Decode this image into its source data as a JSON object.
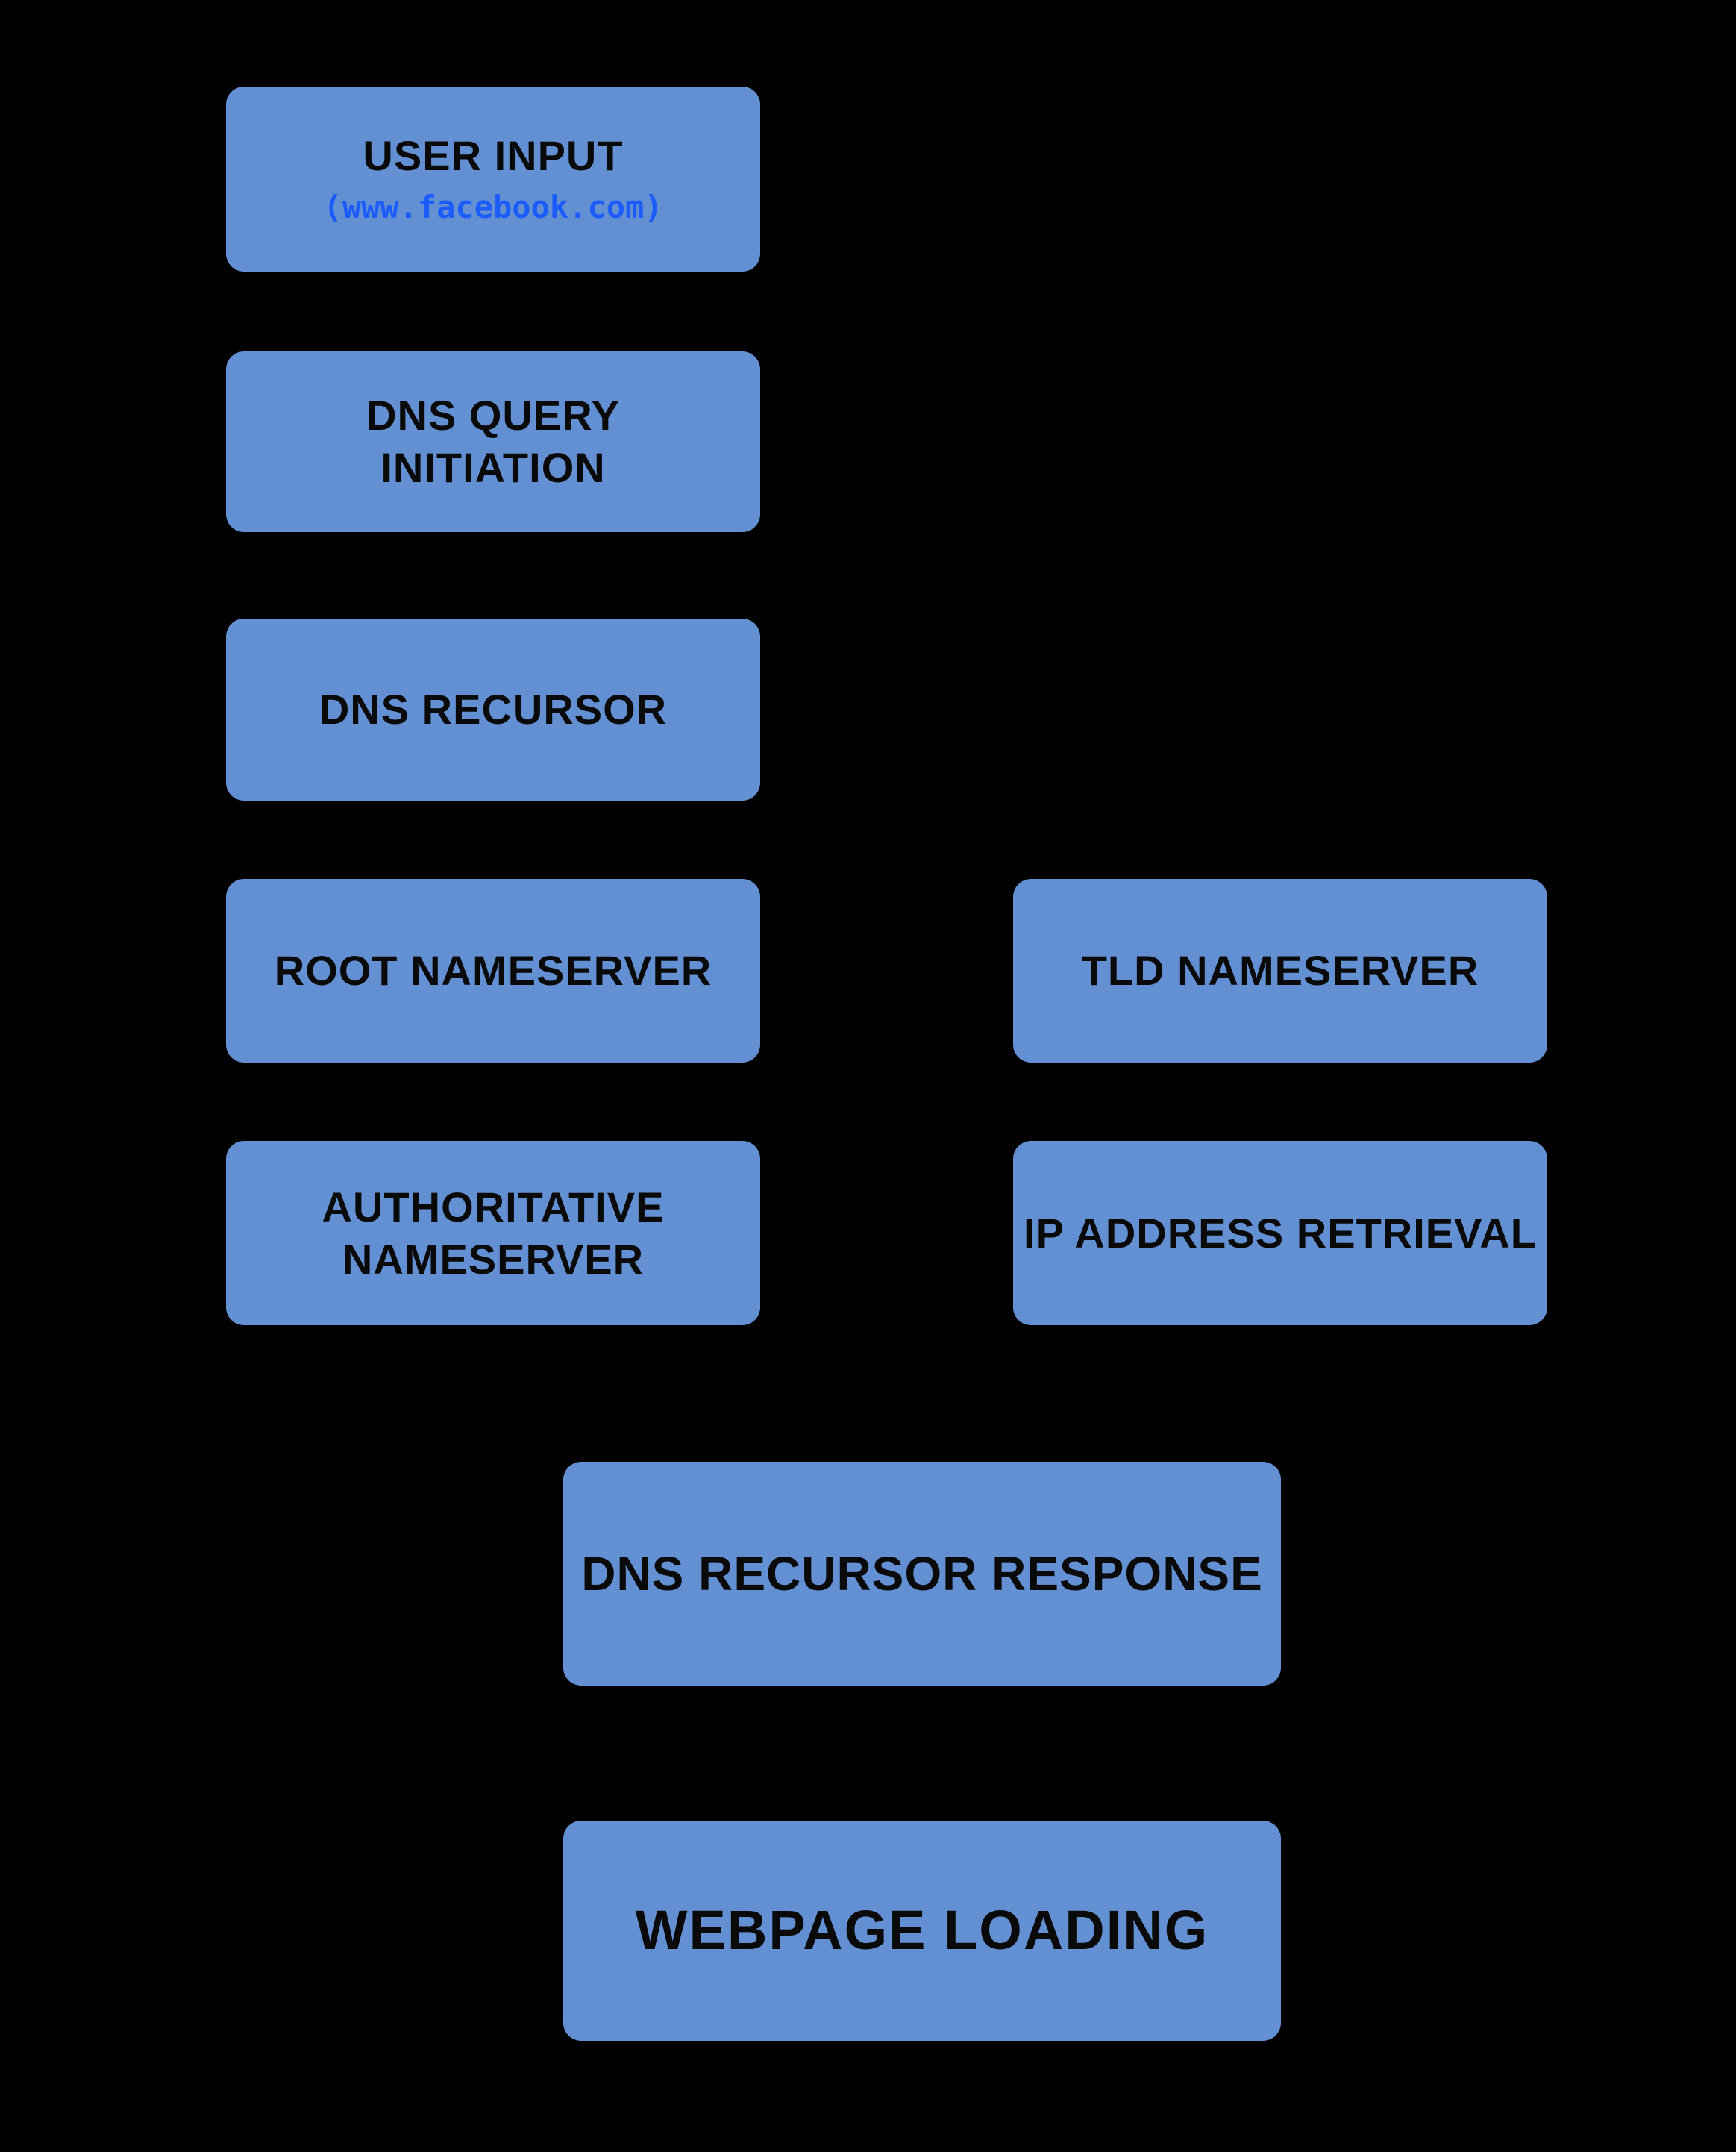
{
  "diagram": {
    "theme": {
      "background_color": "#000000",
      "node_fill_color": "#6390D2",
      "node_text_color": "#0A0A0A",
      "url_text_color": "#1B5CFA"
    },
    "nodes": {
      "user_input": {
        "title": "USER INPUT",
        "subtitle": "(www.facebook.com)"
      },
      "dns_query_initiation": {
        "line1": "DNS QUERY",
        "line2": "INITIATION"
      },
      "dns_recursor": {
        "title": "DNS RECURSOR"
      },
      "root_nameserver": {
        "title": "ROOT NAMESERVER"
      },
      "tld_nameserver": {
        "title": "TLD NAMESERVER"
      },
      "authoritative_nameserver": {
        "line1": "AUTHORITATIVE",
        "line2": "NAMESERVER"
      },
      "ip_address_retrieval": {
        "title": "IP ADDRESS RETRIEVAL"
      },
      "dns_recursor_response": {
        "title": "DNS RECURSOR RESPONSE"
      },
      "webpage_loading": {
        "title": "WEBPAGE LOADING"
      }
    }
  }
}
